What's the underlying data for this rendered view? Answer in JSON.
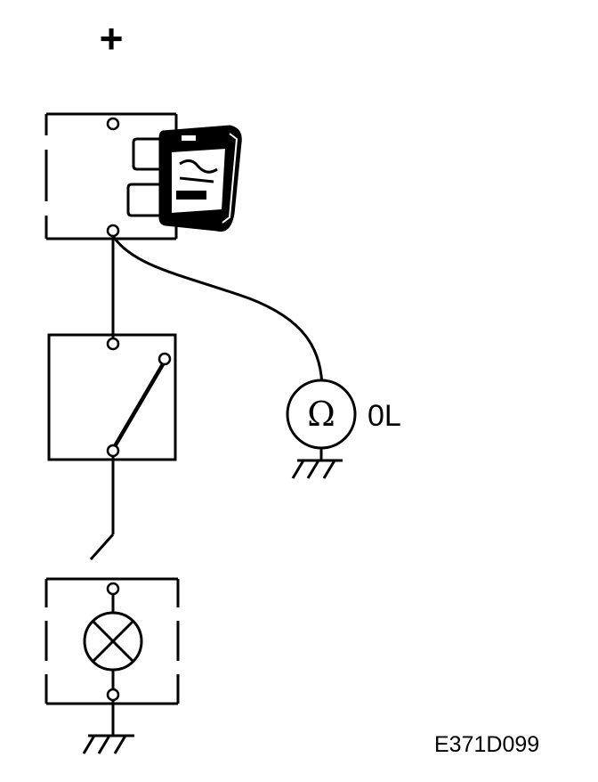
{
  "diagram": {
    "plus_label": "+",
    "ohm_symbol": "Ω",
    "meter_reading": "0L",
    "figure_code": "E371D099"
  },
  "colors": {
    "stroke": "#000000",
    "background": "#ffffff"
  }
}
